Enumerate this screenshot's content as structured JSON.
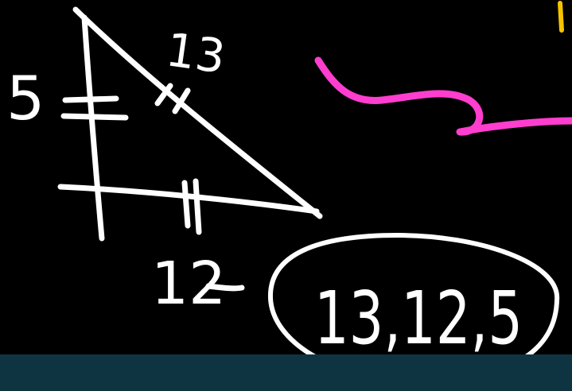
{
  "board": {
    "side_labels": {
      "left": "5",
      "top": "13",
      "bottom": "12"
    },
    "answer": "13,12,5",
    "colors": {
      "background": "#000000",
      "chalk": "#ffffff",
      "pink": "#ff3ecf",
      "yellow": "#f5c400",
      "bottom_bar": "#0e3442"
    }
  }
}
